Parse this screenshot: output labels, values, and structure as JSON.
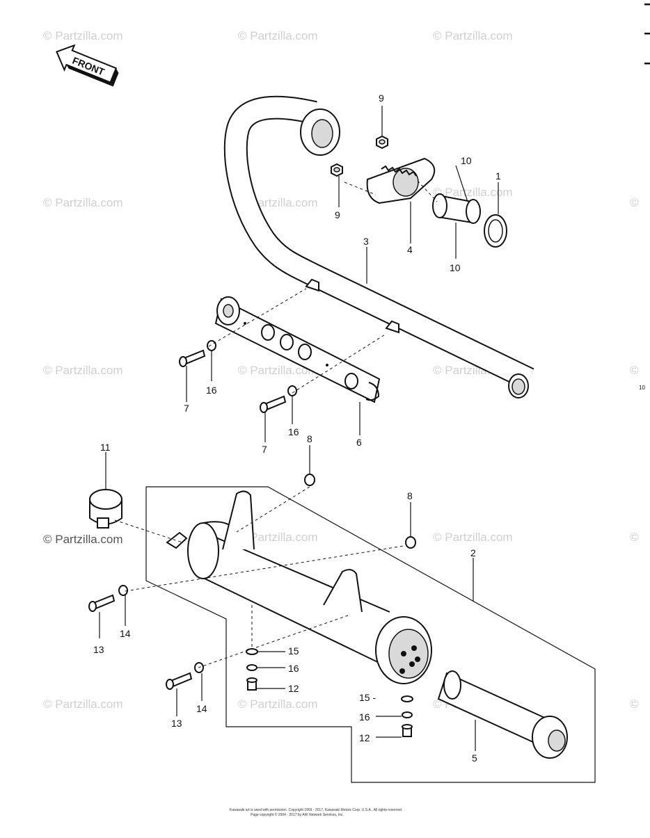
{
  "front_label": "FRONT",
  "watermark": "© Partzilla.com",
  "page_code": "10",
  "footer": {
    "line1": "Kawasaki art is used with permission. Copyright 1969 - 2017, Kawasaki Motors Corp. U.S.A.. All rights reserved.",
    "line2": "Page copyright © 2004 - 2017 by ARI Network Services, Inc."
  },
  "callouts": {
    "n1": "1",
    "n2": "2",
    "n3": "3",
    "n4": "4",
    "n5": "5",
    "n6": "6",
    "n7a": "7",
    "n7b": "7",
    "n8a": "8",
    "n8b": "8",
    "n9a": "9",
    "n9b": "9",
    "n10a": "10",
    "n10b": "10",
    "n11": "11",
    "n12a": "12",
    "n12b": "12",
    "n13a": "13",
    "n13b": "13",
    "n14a": "14",
    "n14b": "14",
    "n15a": "15",
    "n15b": "15 -",
    "n16a": "16",
    "n16b": "16",
    "n16c": "16",
    "n16d": "16"
  }
}
